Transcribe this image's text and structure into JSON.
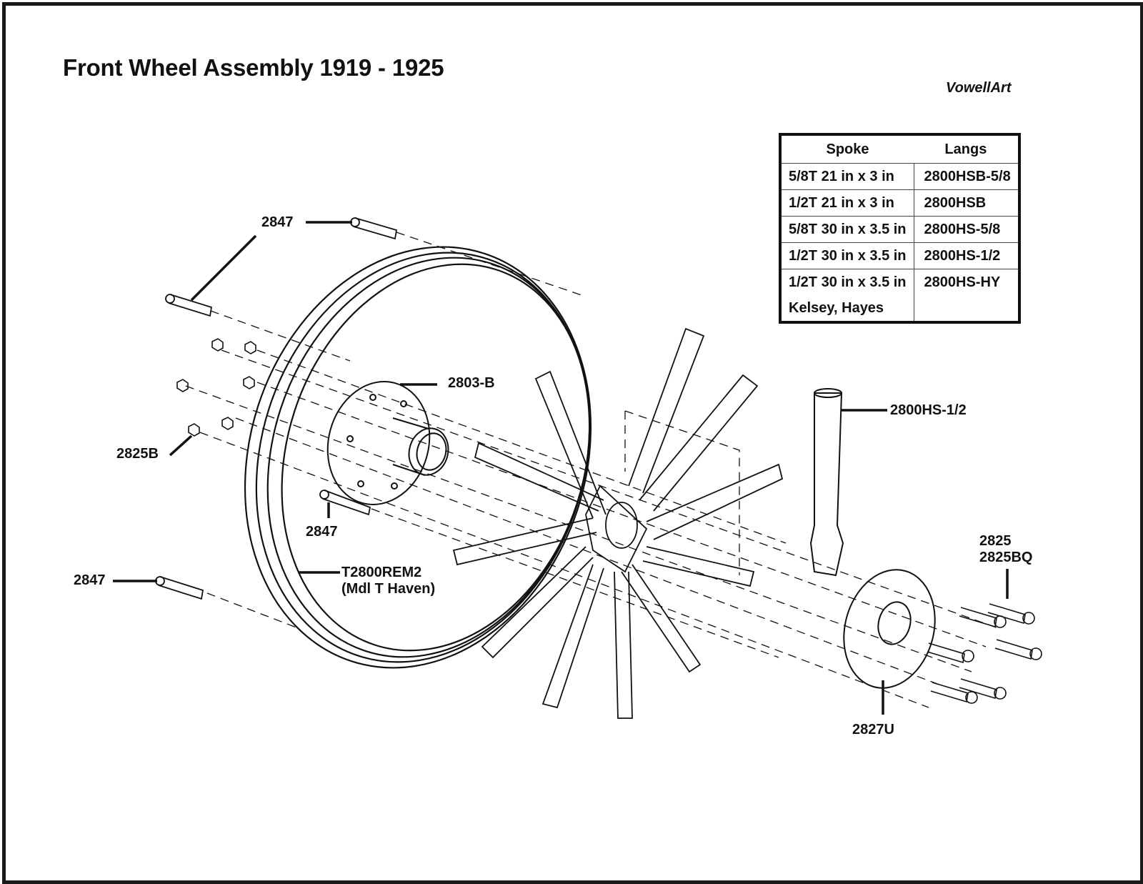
{
  "title": "Front Wheel Assembly 1919 - 1925",
  "credit": "VowellArt",
  "spoke_table": {
    "headers": {
      "spoke": "Spoke",
      "langs": "Langs"
    },
    "rows": [
      {
        "spoke": "5/8T 21 in x 3 in",
        "langs": "2800HSB-5/8"
      },
      {
        "spoke": "1/2T 21 in x 3 in",
        "langs": "2800HSB"
      },
      {
        "spoke": "5/8T 30 in x 3.5 in",
        "langs": "2800HS-5/8"
      },
      {
        "spoke": "1/2T 30 in x 3.5 in",
        "langs": "2800HS-1/2"
      },
      {
        "spoke": "1/2T 30 in x 3.5 in",
        "langs": "2800HS-HY"
      },
      {
        "spoke": "Kelsey, Hayes",
        "langs": ""
      }
    ]
  },
  "callouts": {
    "bolt_top": "2847",
    "hub_flange": "2803-B",
    "nut": "2825B",
    "bolt_mid": "2847",
    "bolt_bottom": "2847",
    "rim_line1": "T2800REM2",
    "rim_line2": "(Mdl T Haven)",
    "spoke_part": "2800HS-1/2",
    "hub_bolts_line1": "2825",
    "hub_bolts_line2": "2825BQ",
    "hub_plate": "2827U"
  },
  "colors": {
    "ink": "#111111",
    "paper": "#ffffff"
  }
}
